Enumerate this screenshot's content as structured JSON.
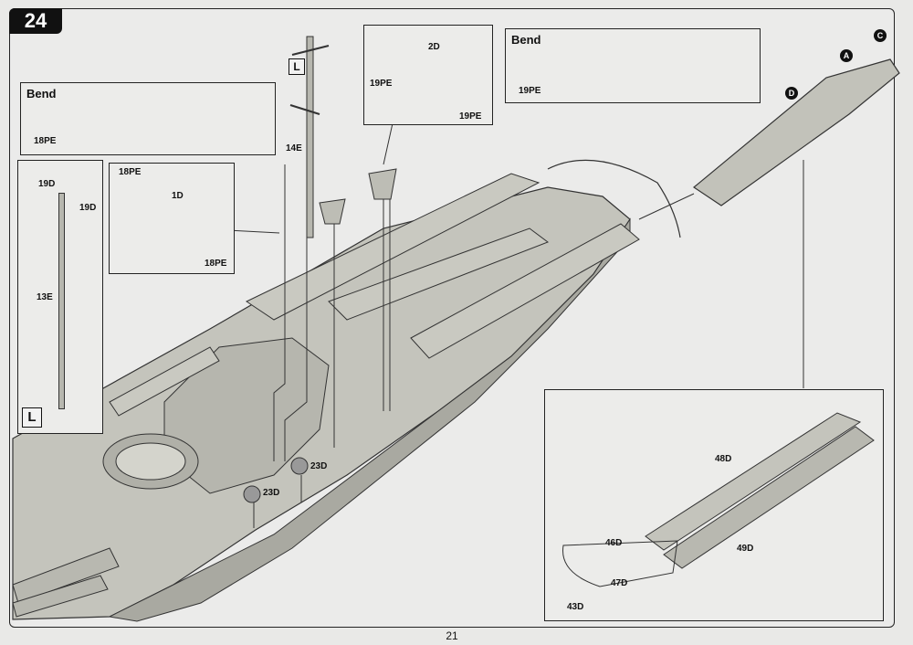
{
  "step_number": "24",
  "page_number": "21",
  "bend_box_1": {
    "title": "Bend",
    "part": "18PE"
  },
  "bend_box_2": {
    "title": "Bend",
    "part": "19PE"
  },
  "detail_18pe": {
    "top": "18PE",
    "mid": "1D",
    "bottom": "18PE"
  },
  "detail_19pe": {
    "top": "2D",
    "left": "19PE",
    "right": "19PE"
  },
  "mast_detail": {
    "a": "19D",
    "b": "19D",
    "c": "13E",
    "tag": "L"
  },
  "main_mast_tag": "L",
  "part_14e": "14E",
  "parts_23d": [
    "23D",
    "23D"
  ],
  "torpedo": {
    "a": "A",
    "c": "C",
    "d": "D"
  },
  "torpedo_detail": {
    "p48": "48D",
    "p49": "49D",
    "p46": "46D",
    "p47": "47D",
    "p43": "43D"
  },
  "colors": {
    "hull": "#bdbdb5",
    "line": "#222222",
    "step_bg": "#111111"
  }
}
